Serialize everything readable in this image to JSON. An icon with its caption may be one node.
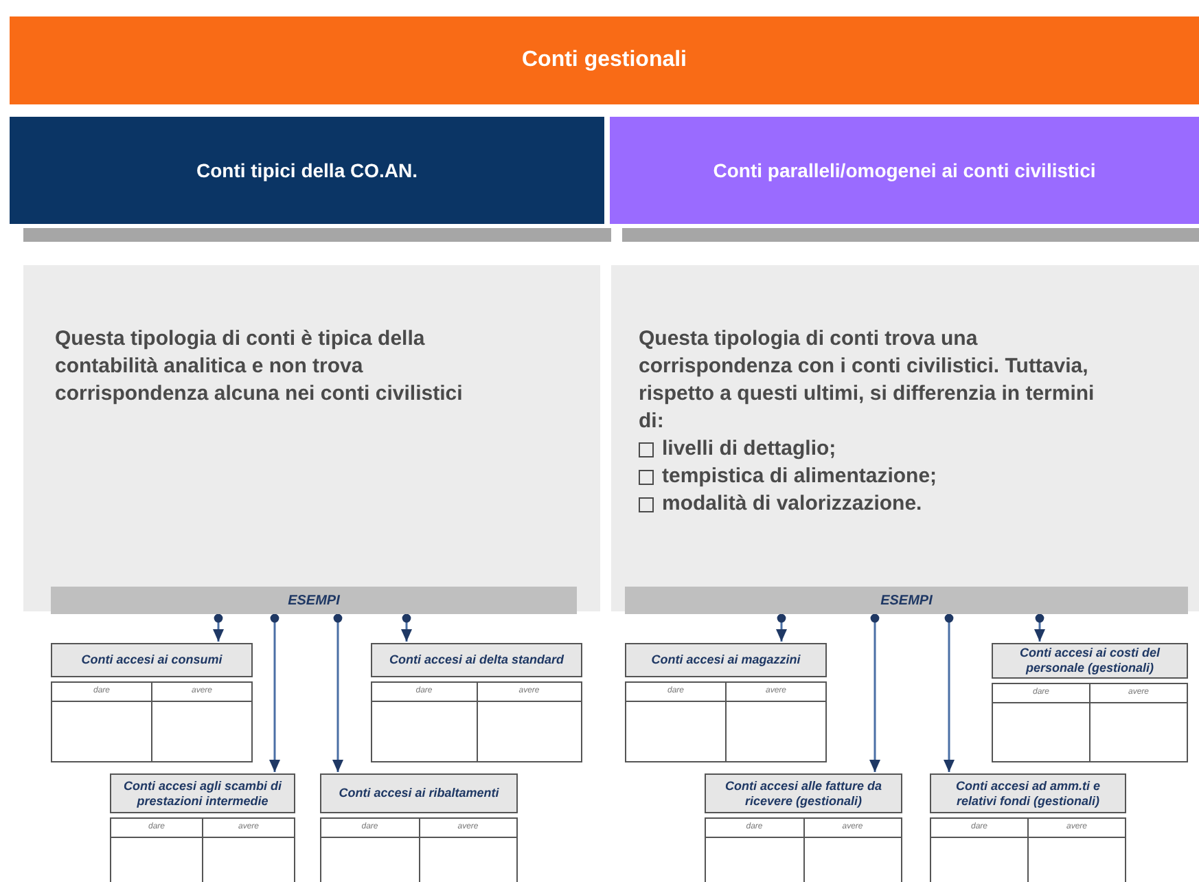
{
  "diagram": {
    "nodes": [
      {
        "text": [
          "Conti gestionali"
        ]
      },
      {
        "text": [
          "Conti tipici della CO.AN."
        ]
      },
      {
        "text": [
          "Conti paralleli/omogenei ai conti civilistici"
        ]
      },
      {
        "text": [
          "Questa tipologia di conti è tipica della contabilità analitica e non trova corrispondenza alcuna nei conti civilistici"
        ]
      },
      {
        "text": [
          "Questa tipologia di conti trova una corrispondenza con i conti civilistici. Tuttavia, rispetto a questi ultimi, si differenzia in termini di:",
          "livelli di dettaglio;",
          "tempistica di alimentazione;",
          "modalità di valorizzazione."
        ]
      },
      {
        "text": [
          "ESEMPI"
        ],
        "in": 3
      },
      {
        "text": [
          "Conti accesi ai consumi",
          "dare",
          "avere"
        ]
      },
      {
        "text": [
          "Conti accesi ai delta standard",
          "dare",
          "avere"
        ]
      },
      {
        "text": [
          "Conti accesi agli scambi di prestazioni intermedie",
          "dare",
          "avere"
        ]
      },
      {
        "text": [
          "Conti accesi ai ribaltamenti",
          "dare",
          "avere"
        ]
      },
      {
        "text": [
          "ESEMPI"
        ],
        "in": 4
      },
      {
        "text": [
          "Conti accesi ai magazzini",
          "dare",
          "avere"
        ]
      },
      {
        "text": [
          "Conti accesi ai costi del personale (gestionali)",
          "dare",
          "avere"
        ]
      },
      {
        "text": [
          "Conti accesi alle fatture da ricevere (gestionali)",
          "dare",
          "avere"
        ]
      },
      {
        "text": [
          "Conti accesi ad amm.ti e relativi fondi (gestionali)",
          "dare",
          "avere"
        ]
      }
    ],
    "edges": [
      {
        "from": 5,
        "to": 6,
        "arrow": "to"
      },
      {
        "from": 5,
        "to": 8,
        "arrow": "to"
      },
      {
        "from": 5,
        "to": 9,
        "arrow": "to"
      },
      {
        "from": 5,
        "to": 7,
        "arrow": "to"
      },
      {
        "from": 10,
        "to": 11,
        "arrow": "to"
      },
      {
        "from": 10,
        "to": 13,
        "arrow": "to"
      },
      {
        "from": 10,
        "to": 14,
        "arrow": "to"
      },
      {
        "from": 10,
        "to": 12,
        "arrow": "to"
      }
    ]
  }
}
